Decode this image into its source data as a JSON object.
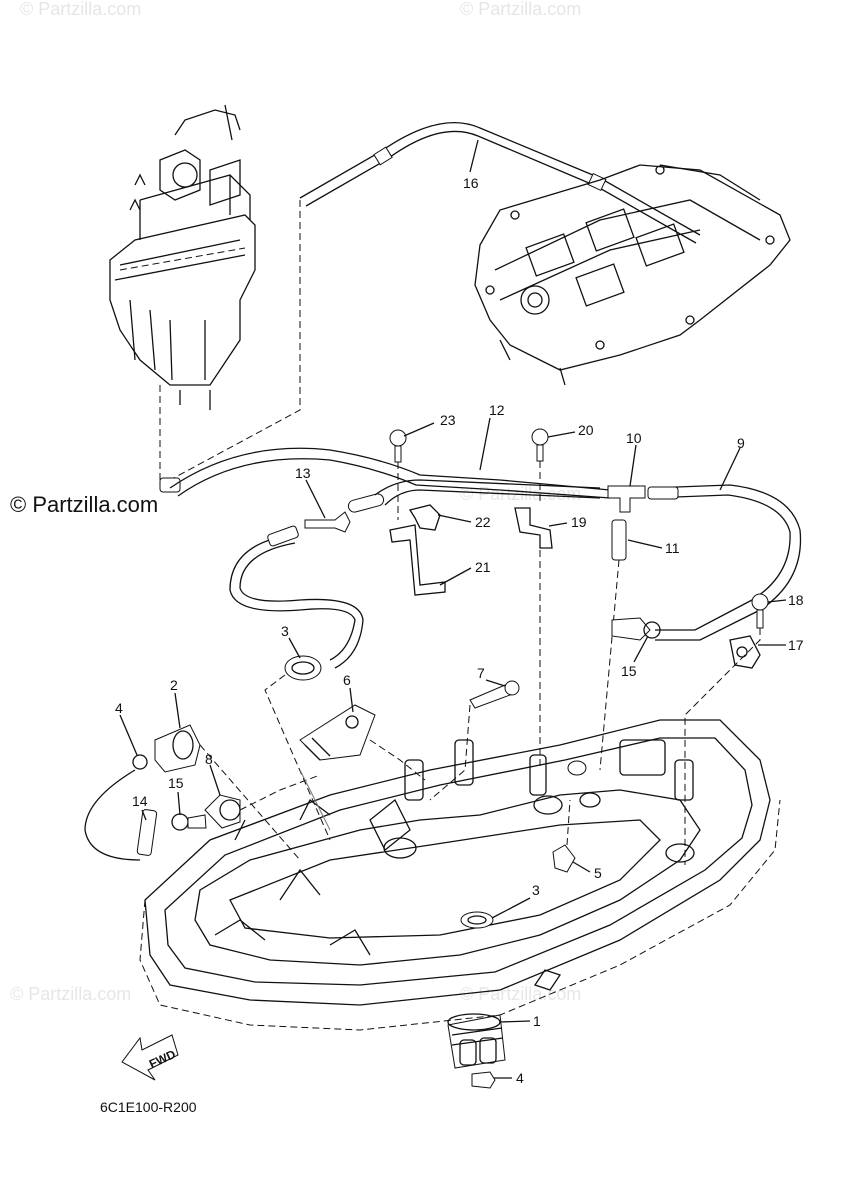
{
  "watermarks": {
    "top_left": "© Partzilla.com",
    "top_right": "© Partzilla.com",
    "mid_left": "© Partzilla.com",
    "mid_right": "© Partzilla.com",
    "bottom_left": "© Partzilla.com",
    "bottom_right": "© Partzilla.com"
  },
  "brand_watermark": "© Partzilla.com",
  "fwd_label": "FWD",
  "diagram_code": "6C1E100-R200",
  "callouts": {
    "c1": "1",
    "c2": "2",
    "c3a": "3",
    "c3b": "3",
    "c4a": "4",
    "c4b": "4",
    "c5": "5",
    "c6": "6",
    "c7": "7",
    "c8": "8",
    "c9": "9",
    "c10": "10",
    "c11": "11",
    "c12": "12",
    "c13": "13",
    "c14": "14",
    "c15a": "15",
    "c15b": "15",
    "c16": "16",
    "c17": "17",
    "c18": "18",
    "c19": "19",
    "c20": "20",
    "c21": "21",
    "c22": "22",
    "c23": "23"
  }
}
